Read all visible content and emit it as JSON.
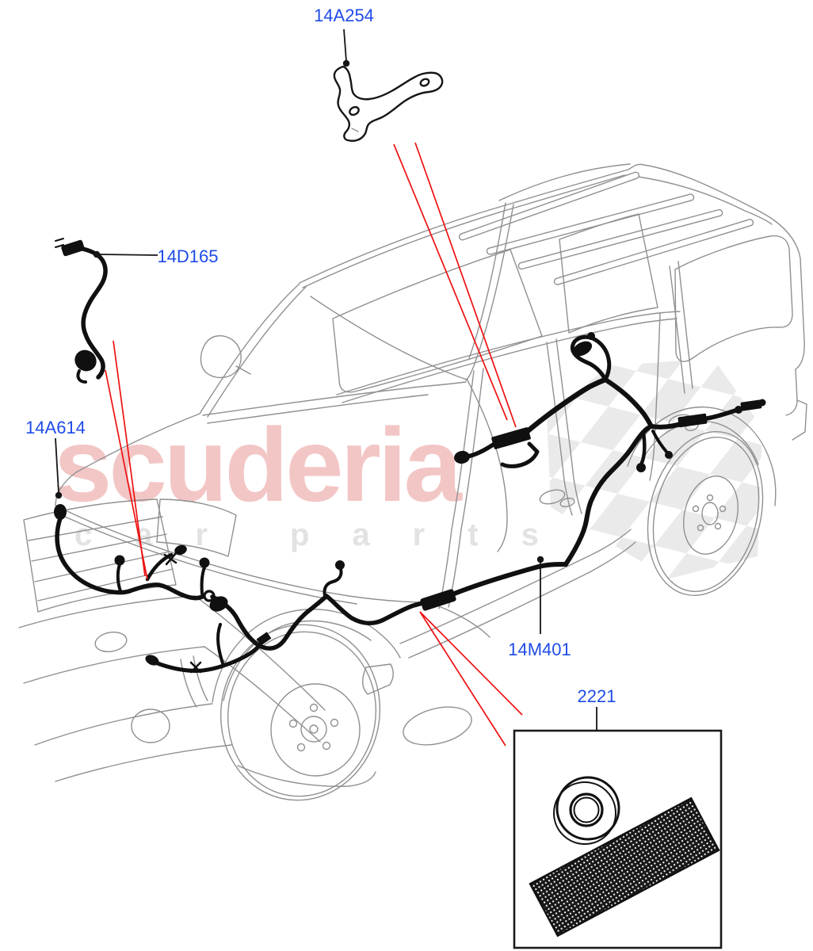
{
  "diagram": {
    "part_labels": [
      "14A254",
      "14D165",
      "14A614",
      "14M401",
      "2221"
    ],
    "colors": {
      "label_blue": "#1E4BE8",
      "pointer_red": "#EE1111",
      "vehicle_outline_gray": "#909090",
      "harness_black": "#101010",
      "watermark_pink": "#F3C6C6",
      "watermark_letter_gray": "#E2E2E2",
      "watermark_check_gray": "#D8D8D8"
    }
  },
  "watermark": {
    "brand": "scuderia",
    "sub_word_left": "car",
    "sub_word_right": "parts"
  }
}
